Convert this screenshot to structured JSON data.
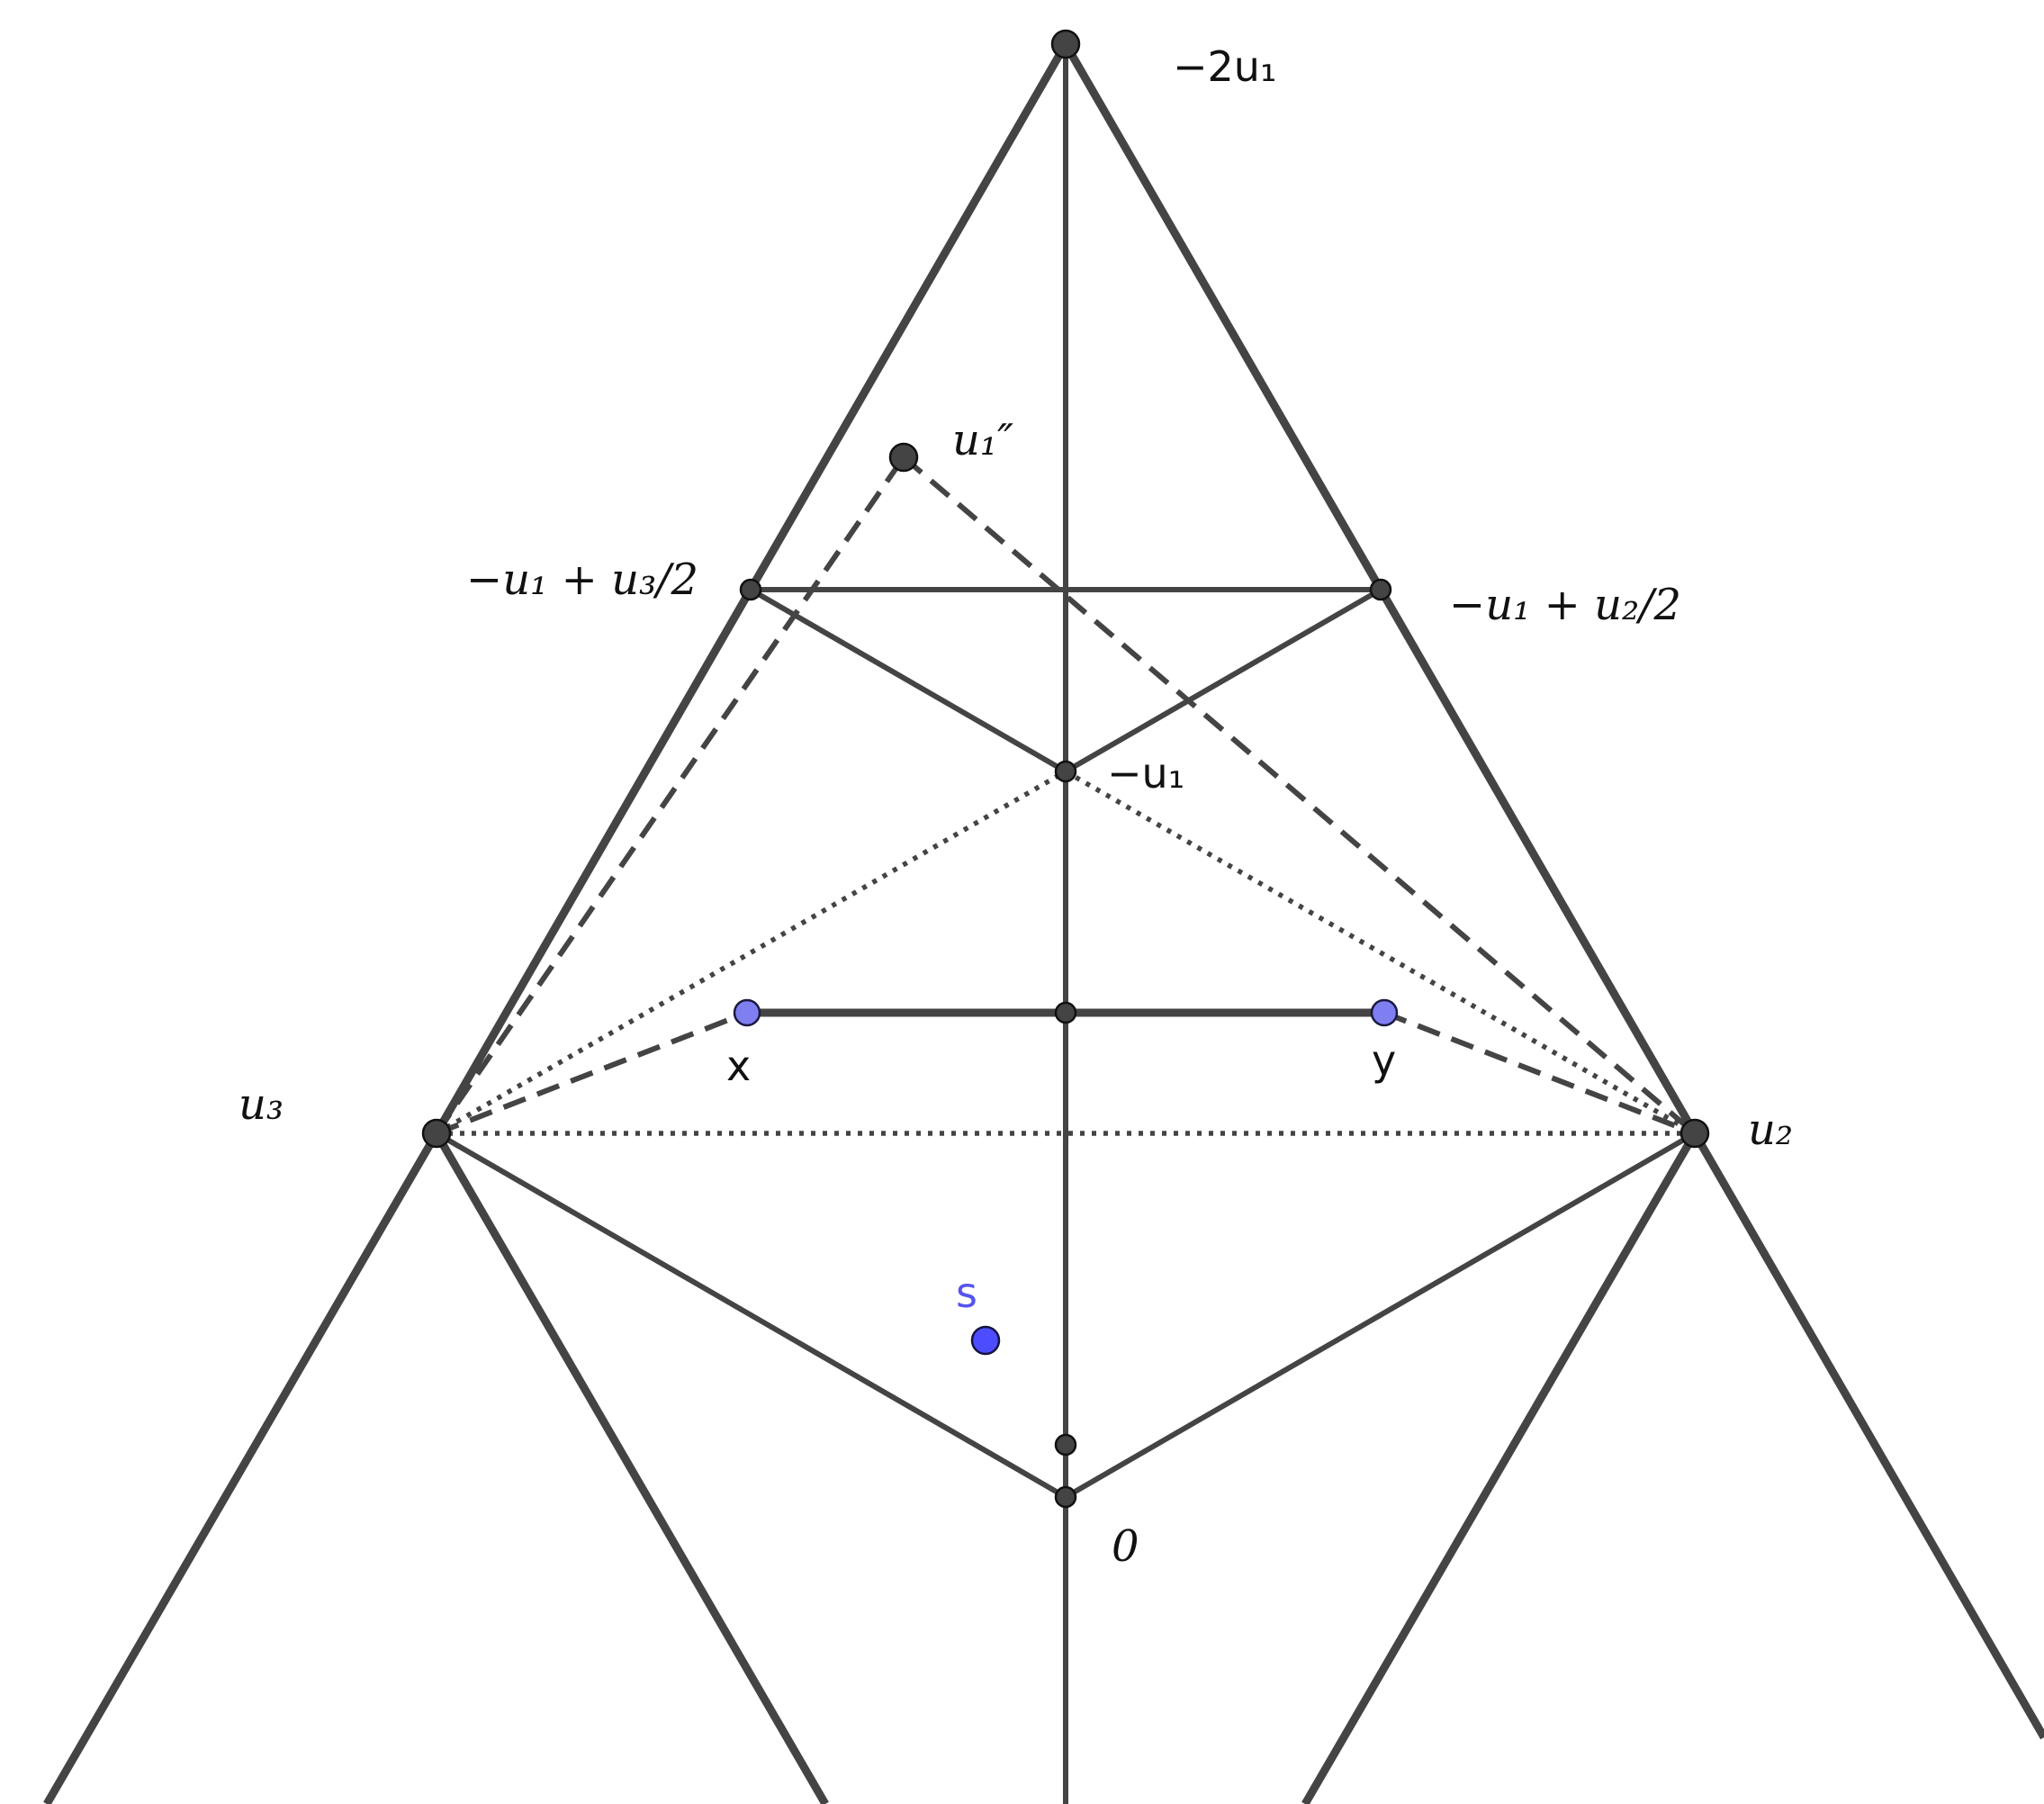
{
  "diagram": {
    "labels": {
      "top_vertex": "−2u₁",
      "upper_left": "−u₁ + u₃/2",
      "upper_right": "−u₁ + u₂/2",
      "double_prime": "u₁″",
      "center": "−u₁",
      "point_x": "x",
      "point_y": "y",
      "left_vertex": "u₃",
      "right_vertex": "u₂",
      "point_s": "s",
      "origin": "0"
    },
    "colors": {
      "line": "#444444",
      "point_light_blue": "#7f7ff2",
      "point_blue": "#4d4dff",
      "label_blue": "#5555ee"
    }
  }
}
